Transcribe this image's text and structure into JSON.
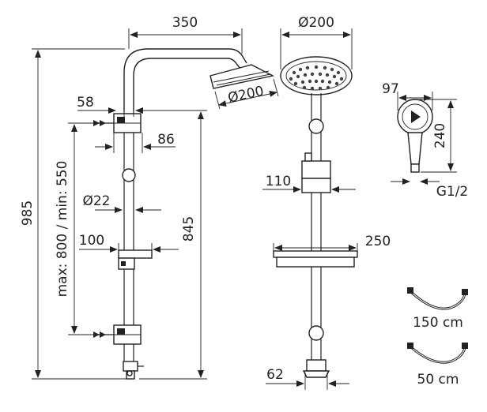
{
  "side_view": {
    "width_350": "350",
    "head_d200": "Ø200",
    "dim_58": "58",
    "dim_86": "86",
    "dim_22": "Ø22",
    "dim_100": "100",
    "height_985": "985",
    "range_label": "max: 800 / min: 550",
    "height_845": "845"
  },
  "front_view": {
    "head_d200": "Ø200",
    "dim_110": "110",
    "dim_250": "250",
    "dim_62": "62"
  },
  "hand_shower": {
    "dim_97": "97",
    "dim_240": "240",
    "thread": "G1/2"
  },
  "hoses": {
    "long_label": "150 cm",
    "short_label": "50 cm"
  }
}
